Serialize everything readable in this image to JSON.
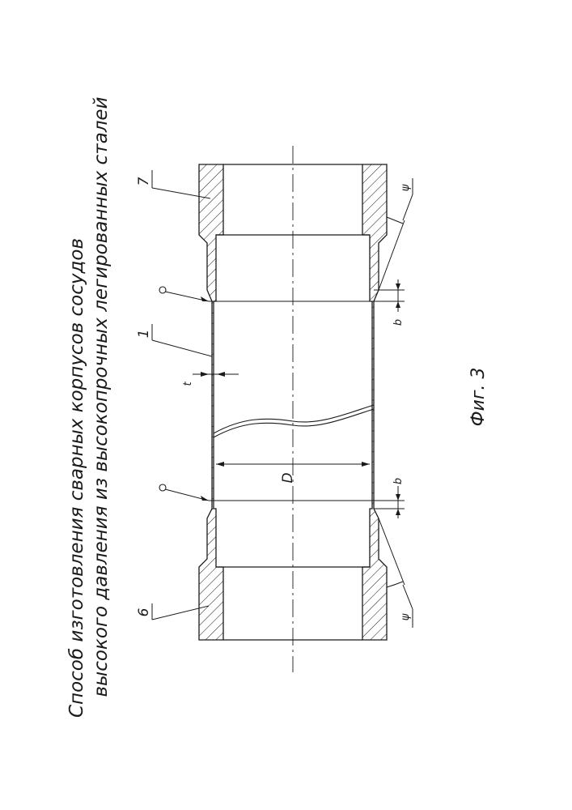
{
  "title": {
    "line1": "Способ изготовления сварных корпусов сосудов",
    "line2": "высокого давления из высокопрочных легированных сталей"
  },
  "labels": {
    "part_1": "1",
    "part_6": "6",
    "part_7": "7",
    "dim_D": "D",
    "dim_t": "t",
    "dim_b_upper": "b",
    "dim_b_lower": "b",
    "angle_psi_upper": "ψ",
    "angle_psi_lower": "ψ"
  },
  "caption": "Фиг. 3"
}
